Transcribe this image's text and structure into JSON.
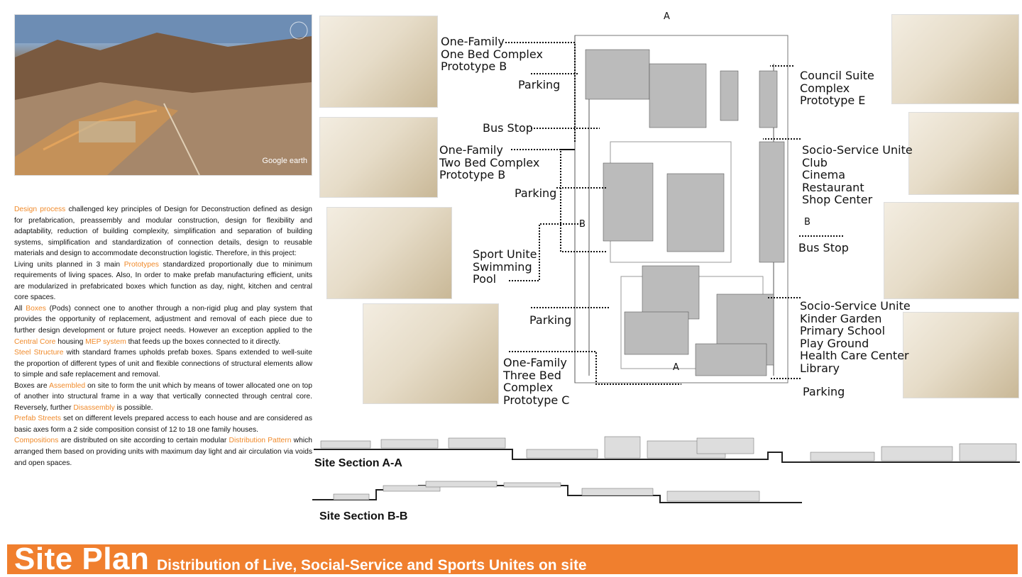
{
  "aerial": {
    "watermark": "Google earth"
  },
  "labels": {
    "one_bed": "One-Family\nOne Bed Complex\nPrototype B",
    "parking1": "Parking",
    "bus_stop1": "Bus Stop",
    "two_bed": "One-Family\nTwo Bed Complex\nPrototype B",
    "parking2": "Parking",
    "sport": "Sport Unite\nSwimming\nPool",
    "parking3": "Parking",
    "three_bed": "One-Family\nThree Bed\nComplex\nPrototype C",
    "council": "Council Suite\nComplex\nPrototype E",
    "socio1": "Socio-Service Unite\nClub\nCinema\nRestaurant\nShop Center",
    "bus_stop2": "Bus Stop",
    "socio2": "Socio-Service Unite\nKinder Garden\nPrimary School\nPlay Ground\nHealth Care Center\nLibrary",
    "parking4": "Parking",
    "marker_a_top": "A",
    "marker_a_bottom": "A",
    "marker_b_left": "B",
    "marker_b_right": "B"
  },
  "text": {
    "p1_hl": "Design process",
    "p1": " challenged key principles of Design for Deconstruction defined as design for prefabrication, preassembly and modular construction, design for flexibility and adaptability, reduction of building complexity, simplification and separation of building systems, simplification and standardization of connection details, design to reusable materials and design to accommodate deconstruction logistic. Therefore, in this project:",
    "p2a": "Living units planned in 3 main ",
    "p2_hl": "Prototypes",
    "p2b": " standardized proportionally due to minimum requirements of living spaces. Also, In order to make prefab manufacturing efficient, units are modularized in prefabricated boxes which function as day, night, kitchen and central core spaces.",
    "p3a": "All ",
    "p3_hl1": "Boxes",
    "p3b": " (Pods) connect one to another through a non-rigid plug and play system that provides the opportunity of replacement, adjustment and removal of each piece due to further design development or future project needs. However an exception applied to the ",
    "p3_hl2": "Central Core",
    "p3c": " housing ",
    "p3_hl3": "MEP system",
    "p3d": " that feeds up the boxes connected to it directly.",
    "p4_hl": "Steel Structure",
    "p4": " with standard frames upholds prefab boxes. Spans extended to well-suite the proportion of different types of unit and flexible connections of structural elements allow to simple and safe replacement and removal.",
    "p5a": "Boxes are ",
    "p5_hl1": "Assembled",
    "p5b": " on site to form the unit which by means of tower allocated one on top of another into structural frame in a way that vertically connected through central core. Reversely, further ",
    "p5_hl2": "Disassembly",
    "p5c": " is possible.",
    "p6_hl": "Prefab Streets",
    "p6": " set on different levels prepared access to each house and are considered as basic axes form a 2 side composition consist of 12 to 18 one family houses.",
    "p7_hl1": "Compositions",
    "p7a": " are distributed on site according to certain modular ",
    "p7_hl2": "Distribution Pattern",
    "p7b": " which arranged them based on providing units with maximum day light and air circulation via voids and open spaces."
  },
  "sections": {
    "aa": "Site Section A-A",
    "bb": "Site Section B-B"
  },
  "banner": {
    "title": "Site Plan",
    "subtitle": "Distribution of Live, Social-Service and Sports Unites on site"
  },
  "colors": {
    "accent": "#f07f2e",
    "highlight": "#f08a2a"
  }
}
